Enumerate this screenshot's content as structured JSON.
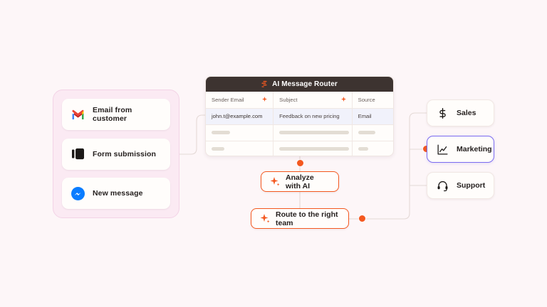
{
  "canvas": {
    "background": "#fdf6f8",
    "accent": "#f4581f",
    "highlight": "#7b6cf0"
  },
  "sources": {
    "items": [
      {
        "label": "Email from customer",
        "icon": "gmail-icon"
      },
      {
        "label": "Form submission",
        "icon": "form-icon"
      },
      {
        "label": "New message",
        "icon": "messenger-icon"
      }
    ]
  },
  "router": {
    "title": "AI Message Router",
    "title_icon": "brand-logo-icon",
    "columns": [
      {
        "label": "Sender Email",
        "sort_icon": "sparkle-icon"
      },
      {
        "label": "Subject",
        "sort_icon": "sparkle-icon"
      },
      {
        "label": "Source",
        "sort_icon": ""
      }
    ],
    "rows": [
      {
        "selected": true,
        "sender": "john.t@example.com",
        "subject": "Feedback on new pricing",
        "source": "Email"
      },
      {
        "selected": false,
        "sender": "",
        "subject": "",
        "source": "",
        "skeleton": [
          26,
          98,
          24
        ]
      },
      {
        "selected": false,
        "sender": "",
        "subject": "",
        "source": "",
        "skeleton": [
          18,
          98,
          14
        ]
      }
    ]
  },
  "actions": [
    {
      "label": "Analyze with AI",
      "icon": "sparkle-icon"
    },
    {
      "label": "Route to the right team",
      "icon": "sparkle-icon"
    }
  ],
  "teams": [
    {
      "label": "Sales",
      "icon": "dollar-icon",
      "selected": false
    },
    {
      "label": "Marketing",
      "icon": "line-chart-icon",
      "selected": true
    },
    {
      "label": "Support",
      "icon": "headset-icon",
      "selected": false
    }
  ]
}
